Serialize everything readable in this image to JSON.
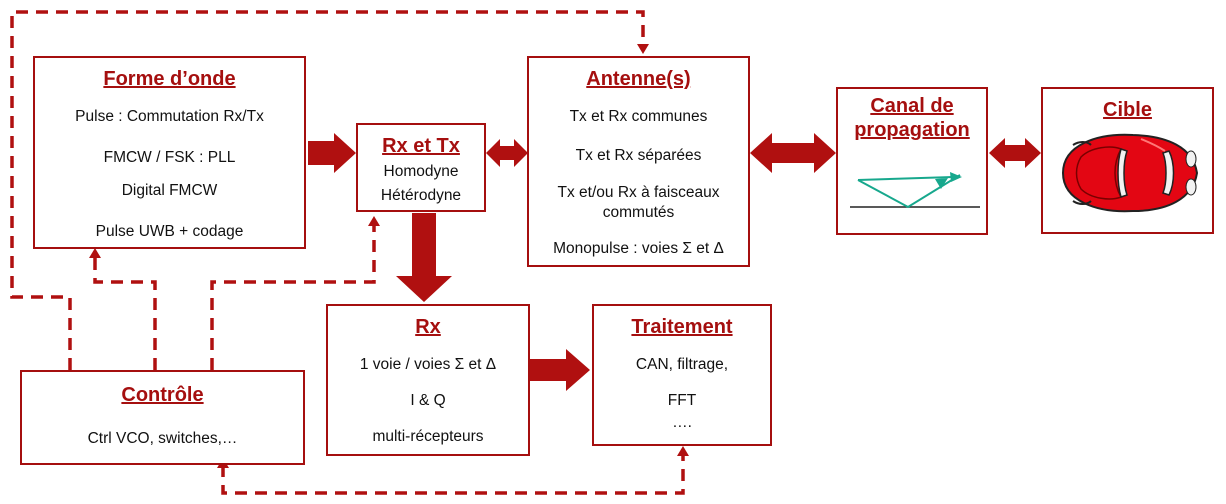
{
  "colors": {
    "accent": "#a50f0f",
    "arrow": "#b01010",
    "dashed": "#b01010",
    "car_body": "#e30613"
  },
  "forme_onde": {
    "title": "Forme d’onde",
    "lines": [
      "Pulse : Commutation Rx/Tx",
      "FMCW / FSK : PLL",
      "Digital FMCW",
      "Pulse UWB + codage"
    ]
  },
  "rx_tx": {
    "title": "Rx et Tx",
    "lines": [
      "Homodyne",
      "Hétérodyne"
    ]
  },
  "antenne": {
    "title": "Antenne(s)",
    "lines": [
      "Tx et Rx communes",
      "Tx et Rx séparées",
      "Tx et/ou Rx à faisceaux",
      "commutés",
      "Monopulse : voies Σ et Δ"
    ]
  },
  "canal": {
    "title_line1": "Canal de",
    "title_line2": "propagation",
    "icon": "propagation-path-icon"
  },
  "cible": {
    "title": "Cible",
    "icon": "car-icon"
  },
  "rx": {
    "title": "Rx",
    "lines": [
      "1 voie / voies Σ et Δ",
      "I & Q",
      "multi-récepteurs"
    ]
  },
  "traitement": {
    "title": "Traitement",
    "lines": [
      "CAN, filtrage,",
      "FFT",
      "…."
    ]
  },
  "controle": {
    "title": "Contrôle",
    "lines": [
      "Ctrl VCO, switches,…"
    ]
  }
}
